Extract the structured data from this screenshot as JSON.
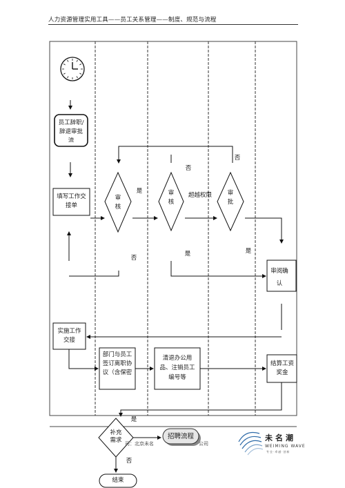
{
  "header": {
    "title": "人力资源管理实用工具——员工关系管理——制度、规范与流程"
  },
  "nodes": {
    "resign": "员工辞职/辞退审批流",
    "handover_form": "填写工作交接单",
    "review1": "审核",
    "review2": "审核",
    "approve": "审批",
    "review_confirm": "审阅确认",
    "implement": "实施工作交接",
    "sign_agreement": "部门与员工签订离职协议（含保密",
    "return_supplies": "清退办公用品、注销员工编号等",
    "settle_salary": "结算工资奖金",
    "supplement": "补充需求",
    "recruit": "招聘流程",
    "end": "结束"
  },
  "edges": {
    "yes1": "是",
    "exceed": "超越权限",
    "no_top1": "否",
    "no_top2": "否",
    "no_mid": "否",
    "yes_mid": "是",
    "yes_right": "是",
    "yes_bottom": "是",
    "no_bottom": "否"
  },
  "footer": {
    "text_left": "司：北京未名",
    "text_right": "公司"
  },
  "logo": {
    "title": "未名潮",
    "subtitle": "WEIMING WAVE",
    "tagline": "专业·卓越·创新"
  }
}
